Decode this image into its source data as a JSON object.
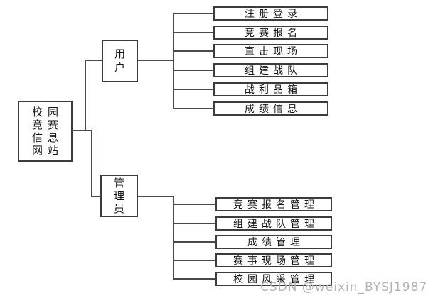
{
  "diagram": {
    "root": {
      "label": "校园竞赛信息网站",
      "display": "校园\n竞赛\n信息\n网站"
    },
    "branches": [
      {
        "label": "用户",
        "display": "用\n户",
        "children": [
          "注册登录",
          "竞赛报名",
          "直击现场",
          "组建战队",
          "战利品箱",
          "成绩信息"
        ]
      },
      {
        "label": "管理员",
        "display": "管\n理\n员",
        "children": [
          "竞赛报名管理",
          "组建战队管理",
          "成绩管理",
          "赛事现场管理",
          "校园风采管理"
        ]
      }
    ]
  },
  "watermark": "CSDN @weixin_BYSJ1987",
  "colors": {
    "background": "#ffffff",
    "box_border": "#3c3c3c",
    "connector_line": "#4a4a4a",
    "text": "#141414",
    "watermark_text": "#b4b4b4"
  }
}
